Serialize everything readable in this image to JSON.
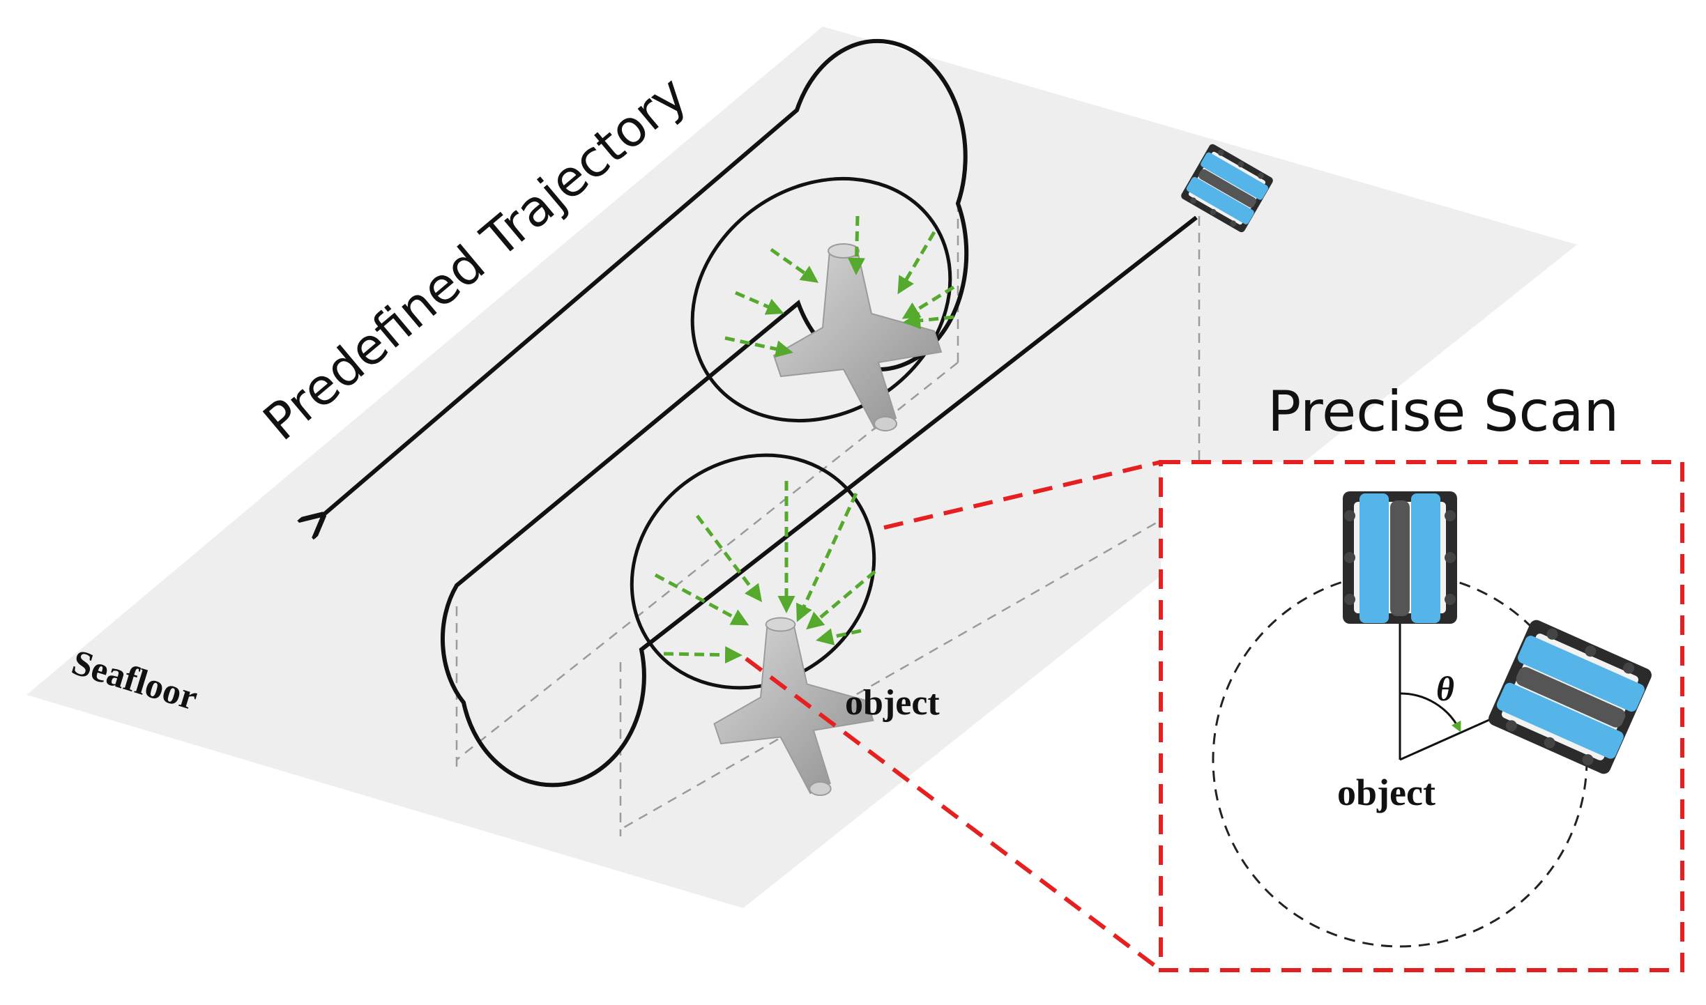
{
  "labels": {
    "trajectory": "Predefined Trajectory",
    "seafloor": "Seafloor",
    "object_main": "object",
    "precise_scan": "Precise Scan",
    "object_inset": "object",
    "angle": "θ"
  },
  "colors": {
    "seafloor": "#eeeeee",
    "trajectory": "#111111",
    "scan_arrow": "#55aa2e",
    "inset_border": "#e62020",
    "rov_blue": "#55b4e8",
    "rov_frame": "#2b2b2b",
    "object_gray": "#bdbdbd"
  },
  "icons": {
    "rov": "rov-icon",
    "object": "tetrapod-icon"
  }
}
